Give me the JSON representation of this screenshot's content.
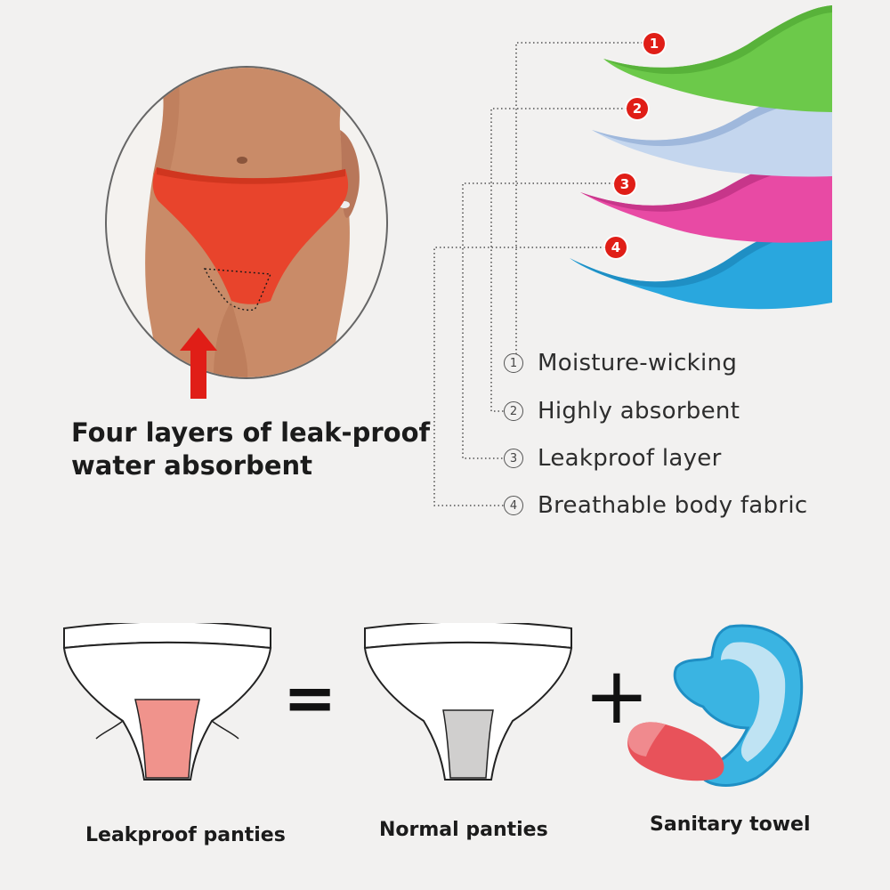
{
  "headline": "Four layers of leak-proof water absorbent",
  "layers": [
    {
      "num": "1",
      "marker": "1",
      "label": "Moisture-wicking",
      "color": "#6cc94a"
    },
    {
      "num": "2",
      "marker": "2",
      "label": "Highly absorbent",
      "color": "#b9cfe8"
    },
    {
      "num": "3",
      "marker": "3",
      "label": "Leakproof layer",
      "color": "#e84aa4"
    },
    {
      "num": "4",
      "marker": "4",
      "label": "Breathable body fabric",
      "color": "#29a7de"
    }
  ],
  "comparison": {
    "leakproof_label": "Leakproof panties",
    "normal_label": "Normal panties",
    "towel_label": "Sanitary towel",
    "equals_symbol": "=",
    "plus_symbol": "+"
  },
  "colors": {
    "accent_red": "#e01e17",
    "brief_red": "#e8442c",
    "gusset_pink": "#f0938c",
    "gusset_grey": "#d0cfce",
    "towel_blue": "#3ab4e2"
  },
  "icons": [
    "up-arrow-icon",
    "equals-icon",
    "plus-icon",
    "sanitary-towel-icon"
  ]
}
